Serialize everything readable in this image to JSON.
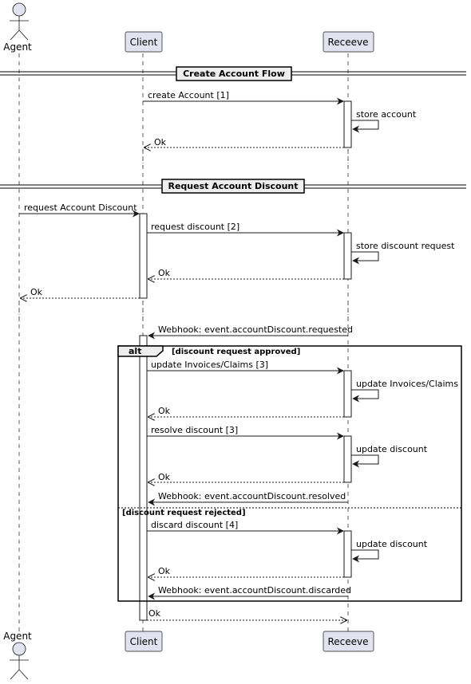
{
  "participants": {
    "agent": "Agent",
    "client": "Client",
    "receeve": "Receeve"
  },
  "dividers": {
    "create_account_flow": "Create Account Flow",
    "request_account_discount": "Request Account Discount"
  },
  "messages": {
    "m01": "create Account [1]",
    "m02": "store account",
    "m03": "Ok",
    "m04": "request Account Discount",
    "m05": "request discount [2]",
    "m06": "store discount request",
    "m07": "Ok",
    "m08": "Ok",
    "m09": "Webhook: event.accountDiscount.requested",
    "m10": "update Invoices/Claims [3]",
    "m11": "update Invoices/Claims",
    "m12": "Ok",
    "m13": "resolve discount [3]",
    "m14": "update discount",
    "m15": "Ok",
    "m16": "Webhook: event.accountDiscount.resolved",
    "m17": "discard discount [4]",
    "m18": "update discount",
    "m19": "Ok",
    "m20": "Webhook: event.accountDiscount.discarded",
    "m21": "Ok"
  },
  "alt_fragment": {
    "keyword": "alt",
    "guard_approved": "[discount request approved]",
    "guard_rejected": "[discount request rejected]"
  }
}
